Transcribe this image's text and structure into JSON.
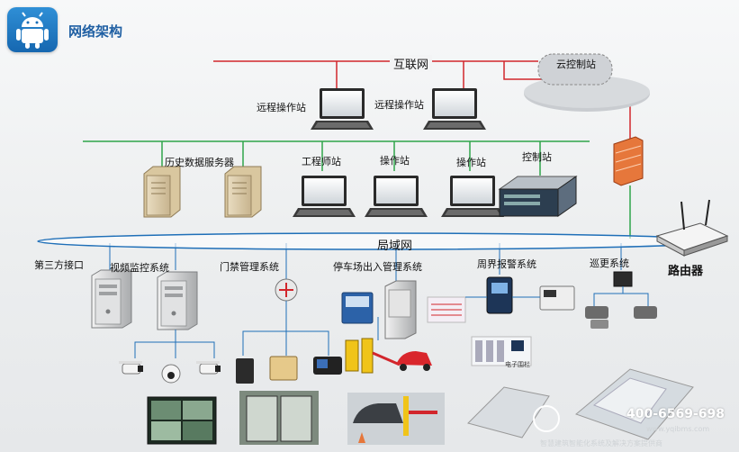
{
  "header": {
    "title": "网络架构",
    "icon": "android-icon"
  },
  "nodes": {
    "internet": "互联网",
    "cloud": "云控制站",
    "remote1": "远程操作站",
    "remote2": "远程操作站",
    "history_server": "历史数据服务器",
    "engineer": "工程师站",
    "operator1": "操作站",
    "operator2": "操作站",
    "control": "控制站",
    "lan": "局域网",
    "router": "路由器",
    "third_party": "第三方接口",
    "video": "视频监控系统",
    "access": "门禁管理系统",
    "parking": "停车场出入管理系统",
    "perimeter": "周界报警系统",
    "patrol": "巡更系统",
    "fence": "电子围栏"
  },
  "watermark": {
    "phone": "400-6569-698",
    "url": "www.yqibms.com",
    "footer": "智慧建筑智能化系统及解决方案提供商"
  },
  "colors": {
    "accent": "#1f5fa3",
    "lan_line": "#2fa54a",
    "internet_line": "#d2262c",
    "lan_ellipse": "#1f6fb8"
  }
}
